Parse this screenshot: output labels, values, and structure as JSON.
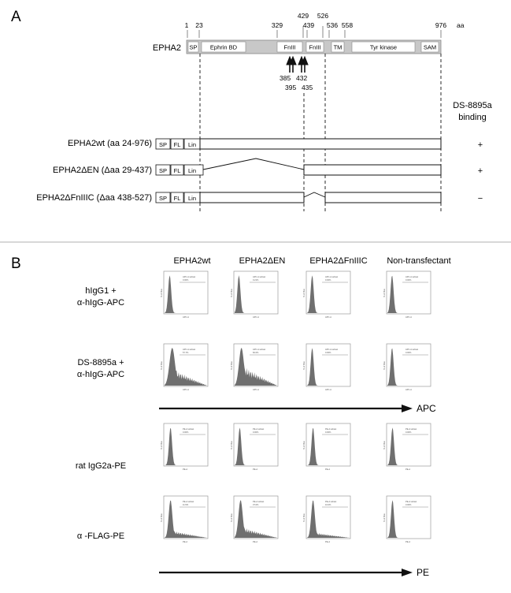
{
  "panel_a": {
    "label": "A",
    "protein": "EPHA2",
    "aa_unit": "aa",
    "position_labels": [
      "1",
      "23",
      "329",
      "429",
      "439",
      "526",
      "536",
      "558",
      "976"
    ],
    "domains": [
      "SP",
      "Ephrin BD",
      "FnIII",
      "FnIII",
      "TM",
      "Tyr kinase",
      "SAM"
    ],
    "arrow_labels_top": [
      "385",
      "432"
    ],
    "arrow_labels_bottom": [
      "395",
      "435"
    ],
    "binding_header_line1": "DS-8895a",
    "binding_header_line2": "binding",
    "constructs": [
      {
        "name": "EPHA2wt (aa 24-976)",
        "binding": "+"
      },
      {
        "name": "EPHA2ΔEN (Δaa 29-437)",
        "binding": "+"
      },
      {
        "name": "EPHA2ΔFnIIIC (Δaa 438-527)",
        "binding": "−"
      }
    ],
    "tags": [
      "SP",
      "FL",
      "Lin"
    ]
  },
  "panel_b": {
    "label": "B",
    "columns": [
      "EPHA2wt",
      "EPHA2ΔEN",
      "EPHA2ΔFnIIIC",
      "Non-transfectant"
    ],
    "rows": [
      {
        "label_line1": "hIgG1 +",
        "label_line2": "α-hIgG-APC",
        "gate_label": "APC-A subset",
        "x_axis": "APC-A",
        "values": [
          "0.00%",
          "0.21%",
          "0.00%",
          "0.00%"
        ]
      },
      {
        "label_line1": "DS-8895a +",
        "label_line2": "α-hIgG-APC",
        "gate_label": "APC-A subset",
        "x_axis": "APC-A",
        "values": [
          "57.7%",
          "60.0%",
          "0.00%",
          "0.00%"
        ]
      },
      {
        "label_line1": "rat IgG2a-PE",
        "label_line2": "",
        "gate_label": "PE-A subset",
        "x_axis": "PE-A",
        "values": [
          "0.00%",
          "0.00%",
          "0.00%",
          "0.00%"
        ]
      },
      {
        "label_line1": "α -FLAG-PE",
        "label_line2": "",
        "gate_label": "PE-A subset",
        "x_axis": "PE-A",
        "values": [
          "11.5%",
          "37.0%",
          "10.0%",
          "0.00%"
        ]
      }
    ],
    "y_axis_label": "% of Max",
    "axis_arrow_1": "APC",
    "axis_arrow_2": "PE"
  },
  "colors": {
    "domain_fill": "#c8c8c8",
    "histogram_fill": "#6f6f6f",
    "divider": "#d8d8d8"
  }
}
